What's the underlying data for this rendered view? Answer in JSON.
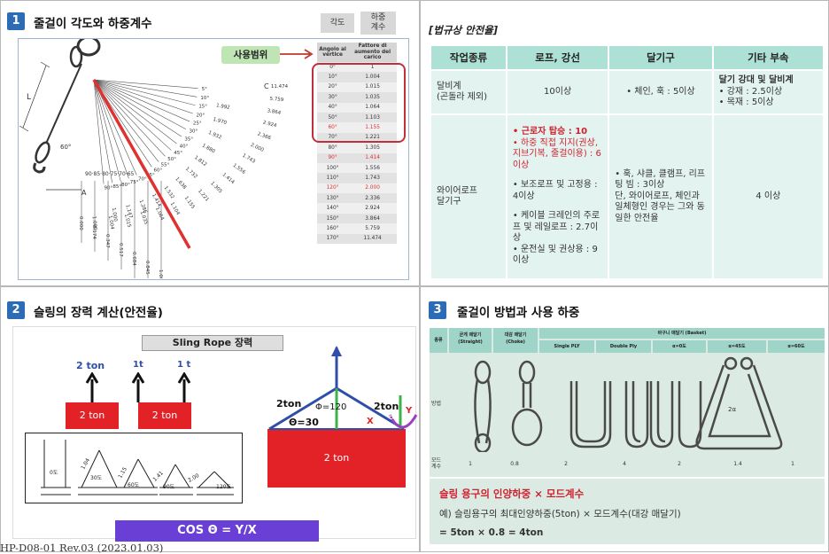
{
  "footer": "HP-D08-01 Rev.03 (2023.01.03)",
  "section1": {
    "num": "1",
    "title": "줄걸이 각도와 하중계수",
    "tag_angle": "각도",
    "tag_load": "하중\n계수",
    "use_range": "사용범위",
    "diagram": {
      "arc_angles": [
        "5°",
        "10°",
        "15°",
        "20°",
        "25°",
        "30°",
        "35°",
        "40°",
        "45°",
        "50°",
        "55°",
        "60°",
        "65°",
        "70°",
        "75°",
        "80°",
        "85°",
        "90°"
      ],
      "radial_values": [
        "1.992",
        "1.970",
        "1.932",
        "1.880",
        "1.812",
        "1.732",
        "1.638",
        "1.532",
        "1.414",
        "1.286",
        "1.147",
        "1.000"
      ],
      "outer_values": [
        "11.474",
        "5.759",
        "3.864",
        "2.924",
        "2.366",
        "2.000",
        "1.743",
        "1.556",
        "1.414",
        "1.305",
        "1.221",
        "1.155",
        "1.104",
        "1.064",
        "1.035",
        "1.015",
        "1.004",
        "1.000"
      ],
      "bottom_values": [
        "0.000",
        "0.174",
        "0.347",
        "0.517",
        "0.684",
        "0.845",
        "1.000"
      ],
      "label_L": "L",
      "label_C": "C",
      "label_A": "A",
      "label_60": "60°",
      "bottom_angles": "90·85·80·75·70·65"
    },
    "table": {
      "head_angle": "Angolo al vertice",
      "head_factor": "Fattore di aumento del carico",
      "rows": [
        {
          "a": "0°",
          "f": "1",
          "hl": false
        },
        {
          "a": "10°",
          "f": "1.004",
          "hl": false
        },
        {
          "a": "20°",
          "f": "1.015",
          "hl": false
        },
        {
          "a": "30°",
          "f": "1.035",
          "hl": false
        },
        {
          "a": "40°",
          "f": "1.064",
          "hl": false
        },
        {
          "a": "50°",
          "f": "1.103",
          "hl": false
        },
        {
          "a": "60°",
          "f": "1.155",
          "hl": true
        },
        {
          "a": "70°",
          "f": "1.221",
          "hl": false
        },
        {
          "a": "80°",
          "f": "1.305",
          "hl": false
        },
        {
          "a": "90°",
          "f": "1.414",
          "hl": true
        },
        {
          "a": "100°",
          "f": "1.556",
          "hl": false
        },
        {
          "a": "110°",
          "f": "1.743",
          "hl": false
        },
        {
          "a": "120°",
          "f": "2.000",
          "hl": true
        },
        {
          "a": "130°",
          "f": "2.336",
          "hl": false
        },
        {
          "a": "140°",
          "f": "2.924",
          "hl": false
        },
        {
          "a": "150°",
          "f": "3.864",
          "hl": false
        },
        {
          "a": "160°",
          "f": "5.759",
          "hl": false
        },
        {
          "a": "170°",
          "f": "11.474",
          "hl": false
        }
      ]
    }
  },
  "law": {
    "title": "[법규상 안전율]",
    "headers": [
      "작업종류",
      "로프, 강선",
      "달기구",
      "기타 부속"
    ],
    "row1": {
      "type": "달비계\n(곤돌라 제외)",
      "rope": "10이상",
      "hook": "• 체인, 훅 : 5이상",
      "other_title": "달기 강대 및 달비계",
      "other_1": "• 강재 : 2.5이상",
      "other_2": "• 목재 : 5이상"
    },
    "row2": {
      "type": "와이어로프\n달기구",
      "rope_red_1": "• 근로자 탑승 : 10",
      "rope_red_2": "• 하중 직접 지지(권상, 지브기복, 줄걸이용) : 6이상",
      "rope_3": "• 보조로프 및 고정용 : 4이상",
      "rope_4": "• 케이블 크레인의 주로프 및 레일로프 : 2.7이상",
      "rope_5": "• 운전실 및 권상용 : 9이상",
      "hook": "• 훅, 샤클, 클램프, 리프팅 빔 : 3이상\n단, 와이어로프, 체인과 일체형인 경우는 그와 동일한 안전율",
      "other": "4 이상"
    }
  },
  "section2": {
    "num": "2",
    "title": "슬링의 장력 계산(안전율)",
    "banner": "Sling Rope 장력",
    "left_top": "2 ton",
    "mid_top": "1t",
    "right_top": "1 t",
    "box_left": "2 ton",
    "box_right": "2 ton",
    "sketch_labels": [
      "0도",
      "30도",
      "60도",
      "90도",
      "120도"
    ],
    "sketch_factors": [
      "1.04",
      "1.15",
      "1.41",
      "2.00"
    ],
    "tri_left": "2ton",
    "tri_right": "2ton",
    "phi": "Φ=120",
    "theta": "Θ=30",
    "x_label": "X",
    "y_label": "Y",
    "theta_sym": "θ",
    "red_box": "2 ton",
    "cos_label": "COS Θ = Y/X"
  },
  "section3": {
    "num": "3",
    "title": "줄걸이 방법과 사용 하중",
    "basket": {
      "head_kind": "종류",
      "head_straight": "곧게 매달기\n(Straight)",
      "head_choke": "대감 매달기\n(Choke)",
      "head_basket": "바구니 매달기 (Basket)",
      "sub_heads": [
        "Single PLY",
        "Double Ply",
        "α=0도",
        "α=45도",
        "α=60도"
      ],
      "row_method": "방법",
      "row_mode": "모드\n계수",
      "mode_values": [
        "1",
        "0.8",
        "2",
        "4",
        "2",
        "1.4",
        "1"
      ],
      "alpha": "2α"
    },
    "formula_title": "슬링 용구의 인양하중 × 모드계수",
    "formula_example": "예) 슬링용구의 최대인양하중(5ton) × 모드계수(대강 매달기)",
    "formula_result": "= 5ton × 0.8 = 4ton"
  },
  "colors": {
    "section_num": "#2c6bb5",
    "table_head": "#aee1d6",
    "table_cell": "#e3f3ef",
    "red": "#d0202e",
    "cos_bar": "#6a3fd6",
    "sling_red": "#e32228"
  }
}
